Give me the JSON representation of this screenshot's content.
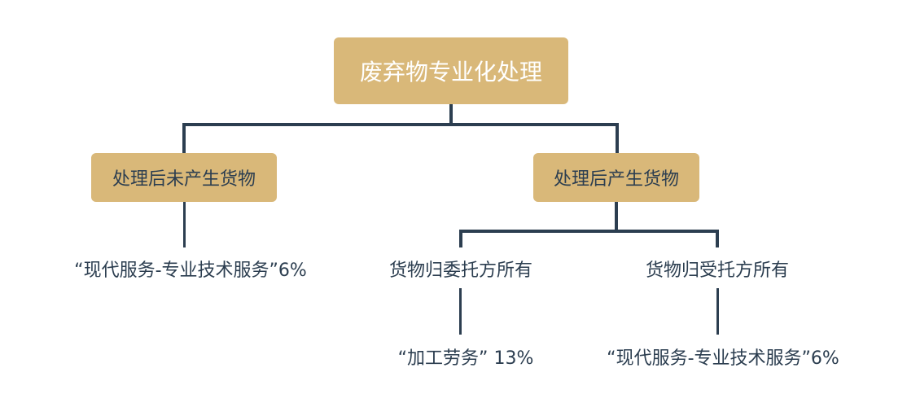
{
  "colors": {
    "node_fill": "#d9b879",
    "line": "#2c3e50",
    "root_text": "#ffffff",
    "text": "#2c3e50"
  },
  "root": {
    "label": "废弃物专业化处理"
  },
  "branches": {
    "left": {
      "label": "处理后未产生货物",
      "leaf": "“现代服务-专业技术服务”6%"
    },
    "right": {
      "label": "处理后产生货物",
      "children": [
        {
          "label": "货物归委托方所有",
          "leaf": "“加工劳务” 13%"
        },
        {
          "label": "货物归受托方所有",
          "leaf": "“现代服务-专业技术服务”6%"
        }
      ]
    }
  }
}
